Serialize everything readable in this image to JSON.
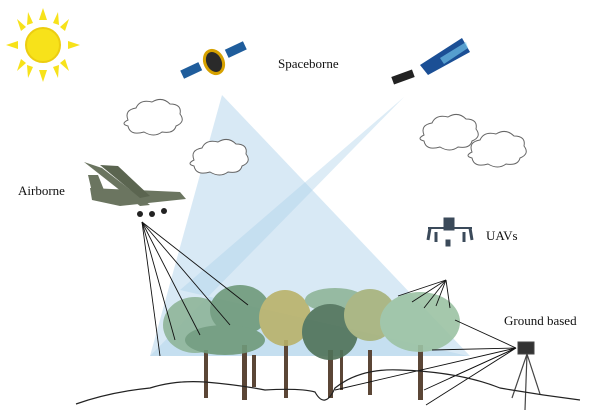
{
  "labels": {
    "spaceborne": "Spaceborne",
    "airborne": "Airborne",
    "uavs": "UAVs",
    "ground_based": "Ground based"
  },
  "colors": {
    "sun": "#f7e21a",
    "beam": "#a9cfe8",
    "cloud": "#ffffff",
    "canopy_light": "#8fb59a",
    "canopy_dark": "#4f7258",
    "canopy_yellow": "#b9b26a",
    "trunk": "#5b4636",
    "ground": "#222222"
  }
}
